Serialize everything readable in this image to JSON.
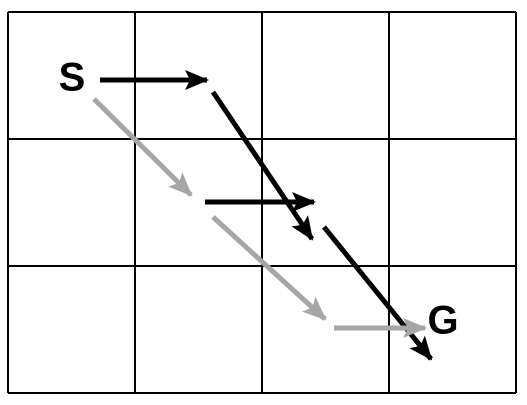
{
  "grid": {
    "rows": 3,
    "cols": 4,
    "line_color": "#000000"
  },
  "start": {
    "label": "S",
    "cell": {
      "row": 0,
      "col": 0
    }
  },
  "goal": {
    "label": "G",
    "cell": {
      "row": 2,
      "col": 3
    }
  },
  "paths": [
    {
      "color": "#000000",
      "moves": [
        "right",
        "down-right",
        "down-right"
      ],
      "arrows": [
        {
          "from": {
            "row": 0,
            "col": 0
          },
          "to": {
            "row": 0,
            "col": 1
          }
        },
        {
          "from": {
            "row": 0,
            "col": 1
          },
          "to": {
            "row": 1,
            "col": 2
          }
        },
        {
          "from": {
            "row": 1,
            "col": 2
          },
          "to": {
            "row": 2,
            "col": 3
          }
        }
      ]
    },
    {
      "color": "#000000",
      "moves": [
        "right"
      ],
      "arrows": [
        {
          "from": {
            "row": 1,
            "col": 1
          },
          "to": {
            "row": 1,
            "col": 2
          }
        }
      ]
    },
    {
      "color": "#a6a6a6",
      "moves": [
        "down-right",
        "down-right",
        "right"
      ],
      "arrows": [
        {
          "from": {
            "row": 0,
            "col": 0
          },
          "to": {
            "row": 1,
            "col": 1
          }
        },
        {
          "from": {
            "row": 1,
            "col": 1
          },
          "to": {
            "row": 2,
            "col": 2
          }
        },
        {
          "from": {
            "row": 2,
            "col": 2
          },
          "to": {
            "row": 2,
            "col": 3
          }
        }
      ]
    }
  ]
}
